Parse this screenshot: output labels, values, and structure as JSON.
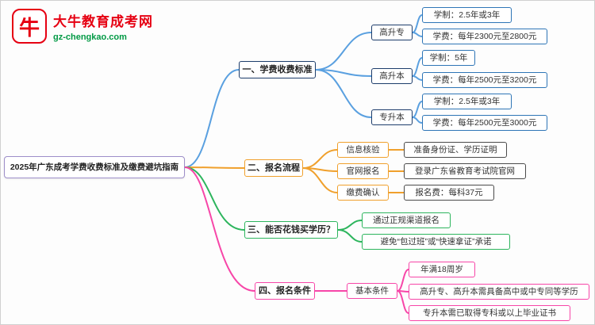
{
  "logo": {
    "icon_char": "牛",
    "name": "大牛教育成考网",
    "domain": "gz-chengkao.com",
    "brand_red": "#e60012",
    "brand_green": "#009944"
  },
  "root": {
    "label": "2025年广东成考学费收费标准及缴费避坑指南"
  },
  "branches": [
    {
      "label": "一、学费收费标准",
      "color": "#5aa0e0",
      "children": [
        {
          "label": "高升专",
          "leaves": [
            "学制：2.5年或3年",
            "学费：每年2300元至2800元"
          ]
        },
        {
          "label": "高升本",
          "leaves": [
            "学制：5年",
            "学费：每年2500元至3200元"
          ]
        },
        {
          "label": "专升本",
          "leaves": [
            "学制：2.5年或3年",
            "学费：每年2500元至3000元"
          ]
        }
      ]
    },
    {
      "label": "二、报名流程",
      "color": "#f0a02c",
      "children": [
        {
          "label": "信息核验",
          "leaves": [
            "准备身份证、学历证明"
          ]
        },
        {
          "label": "官网报名",
          "leaves": [
            "登录广东省教育考试院官网"
          ]
        },
        {
          "label": "缴费确认",
          "leaves": [
            "报名费：每科37元"
          ]
        }
      ]
    },
    {
      "label": "三、能否花钱买学历？",
      "color": "#2db55d",
      "leaves": [
        "通过正规渠道报名",
        "避免“包过班”或“快速拿证”承诺"
      ]
    },
    {
      "label": "四、报名条件",
      "color": "#f746a8",
      "children": [
        {
          "label": "基本条件",
          "leaves": [
            "年满18周岁",
            "高升专、高升本需具备高中或中专同等学历",
            "专升本需已取得专科或以上毕业证书"
          ]
        }
      ]
    }
  ]
}
